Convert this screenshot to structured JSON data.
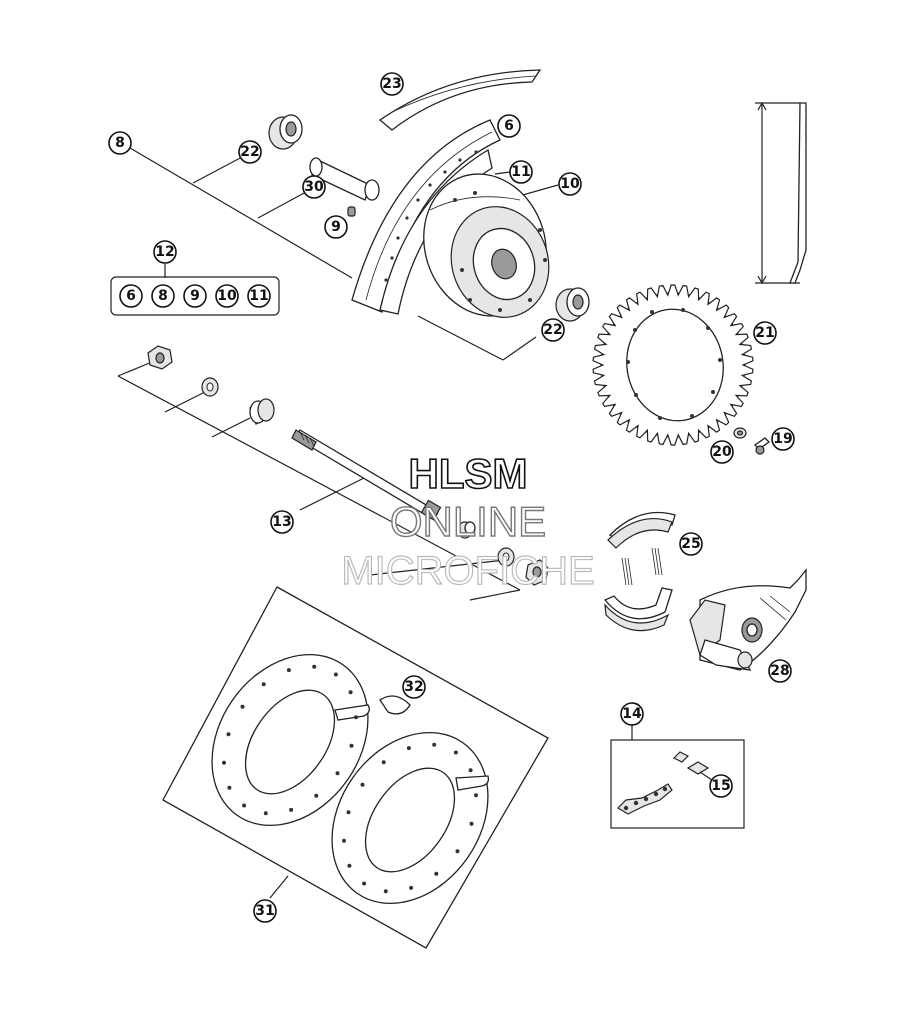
{
  "callouts": {
    "c23": "23",
    "c6": "6",
    "c8": "8",
    "c22a": "22",
    "c11": "11",
    "c10": "10",
    "c30": "30",
    "c9": "9",
    "c12": "12",
    "kit_items": [
      "6",
      "8",
      "9",
      "10",
      "11"
    ],
    "c22b": "22",
    "c21": "21",
    "c20": "20",
    "c19": "19",
    "c13": "13",
    "c25": "25",
    "c28": "28",
    "c32": "32",
    "c14": "14",
    "c15": "15",
    "c31": "31"
  },
  "watermark": {
    "line1": "HLSM",
    "line2": "ONLINE",
    "line3": "MICROFICHE"
  }
}
